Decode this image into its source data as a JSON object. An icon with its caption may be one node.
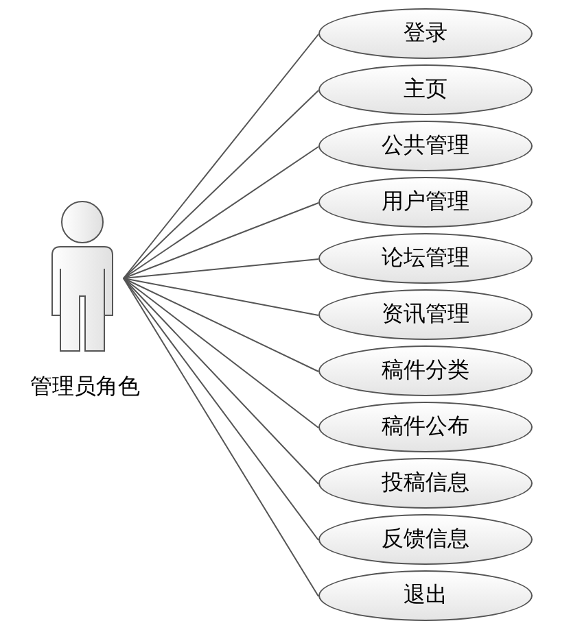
{
  "diagram": {
    "nodes": [
      {
        "text": [
          "管理员角色"
        ]
      },
      {
        "text": [
          "登录"
        ]
      },
      {
        "text": [
          "主页"
        ]
      },
      {
        "text": [
          "公共管理"
        ]
      },
      {
        "text": [
          "用户管理"
        ]
      },
      {
        "text": [
          "论坛管理"
        ]
      },
      {
        "text": [
          "资讯管理"
        ]
      },
      {
        "text": [
          "稿件分类"
        ]
      },
      {
        "text": [
          "稿件公布"
        ]
      },
      {
        "text": [
          "投稿信息"
        ]
      },
      {
        "text": [
          "反馈信息"
        ]
      },
      {
        "text": [
          "退出"
        ]
      }
    ],
    "edges": [
      {
        "from": 0,
        "to": 1,
        "arrow": "none"
      },
      {
        "from": 0,
        "to": 2,
        "arrow": "none"
      },
      {
        "from": 0,
        "to": 3,
        "arrow": "none"
      },
      {
        "from": 0,
        "to": 4,
        "arrow": "none"
      },
      {
        "from": 0,
        "to": 5,
        "arrow": "none"
      },
      {
        "from": 0,
        "to": 6,
        "arrow": "none"
      },
      {
        "from": 0,
        "to": 7,
        "arrow": "none"
      },
      {
        "from": 0,
        "to": 8,
        "arrow": "none"
      },
      {
        "from": 0,
        "to": 9,
        "arrow": "none"
      },
      {
        "from": 0,
        "to": 10,
        "arrow": "none"
      },
      {
        "from": 0,
        "to": 11,
        "arrow": "none"
      }
    ]
  }
}
